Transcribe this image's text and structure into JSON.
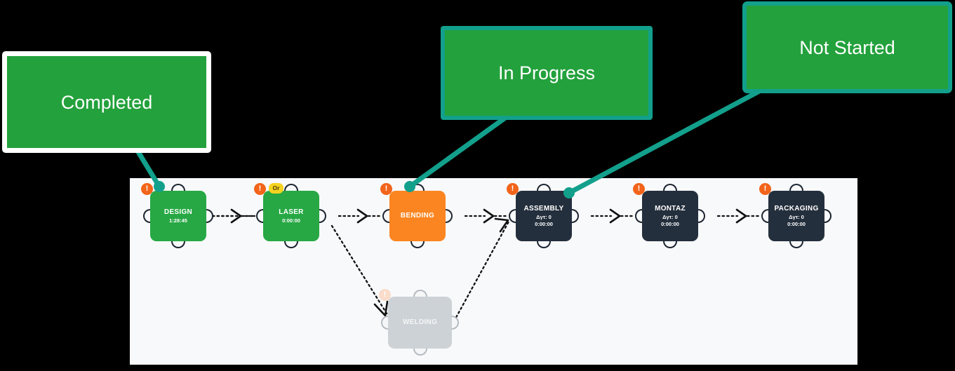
{
  "diagram": {
    "type": "workflow-process-flow",
    "background_color": "#000000",
    "canvas_color": "#f8f9fa",
    "status_colors": {
      "completed": "#27a844",
      "in_progress": "#fb8521",
      "not_started": "#242f3d",
      "disabled": "#cdd2d6",
      "warning_badge": "#f2641a",
      "or_badge": "#f5d320",
      "callout_fill": "#23a13c",
      "callout_border_teal": "#12a08c",
      "callout_border_white": "#ffffff",
      "pointer_line": "#12a08c"
    }
  },
  "callouts": [
    {
      "id": "completed",
      "label": "Completed",
      "border": "white",
      "points_to": "DESIGN"
    },
    {
      "id": "in-progress",
      "label": "In Progress",
      "border": "teal",
      "points_to": "BENDING"
    },
    {
      "id": "not-started",
      "label": "Not Started",
      "border": "teal",
      "points_to": "ASSEMBLY"
    }
  ],
  "nodes": [
    {
      "id": "design",
      "title": "DESIGN",
      "status": "completed",
      "delta": "",
      "time": "1:28:45",
      "warning": true,
      "or_badge": false
    },
    {
      "id": "laser",
      "title": "LASER",
      "status": "completed",
      "delta": "",
      "time": "0:00:00",
      "warning": true,
      "or_badge": true
    },
    {
      "id": "bending",
      "title": "BENDING",
      "status": "in_progress",
      "delta": "",
      "time": "",
      "warning": true,
      "or_badge": false
    },
    {
      "id": "assembly",
      "title": "ASSEMBLY",
      "status": "not_started",
      "delta": "Δγτ: 0",
      "time": "0:00:00",
      "warning": true,
      "or_badge": false
    },
    {
      "id": "montaz",
      "title": "MONTAZ",
      "status": "not_started",
      "delta": "Δγτ: 0",
      "time": "0:00:00",
      "warning": true,
      "or_badge": false
    },
    {
      "id": "packaging",
      "title": "PACKAGING",
      "status": "not_started",
      "delta": "Δγτ: 0",
      "time": "0:00:00",
      "warning": true,
      "or_badge": false
    },
    {
      "id": "welding",
      "title": "WELDING",
      "status": "disabled",
      "delta": "",
      "time": "",
      "warning": true,
      "or_badge": false
    }
  ],
  "edges": [
    {
      "from": "design",
      "to": "laser",
      "style": "dotted",
      "arrow": true
    },
    {
      "from": "laser",
      "to": "bending",
      "style": "dotted",
      "arrow": true
    },
    {
      "from": "bending",
      "to": "assembly",
      "style": "dotted",
      "arrow": true
    },
    {
      "from": "assembly",
      "to": "montaz",
      "style": "dotted",
      "arrow": true
    },
    {
      "from": "montaz",
      "to": "packaging",
      "style": "dotted",
      "arrow": true
    },
    {
      "from": "laser",
      "to": "welding",
      "style": "dotted",
      "arrow": true
    },
    {
      "from": "welding",
      "to": "assembly",
      "style": "dotted",
      "arrow": true
    }
  ],
  "badges": {
    "warning_glyph": "!",
    "or_label": "Or"
  },
  "icons": {
    "warning": "warning-exclamation-icon",
    "port": "connection-port-icon",
    "arrow": "flow-arrow-icon",
    "pointer_dot": "pointer-dot-icon"
  }
}
